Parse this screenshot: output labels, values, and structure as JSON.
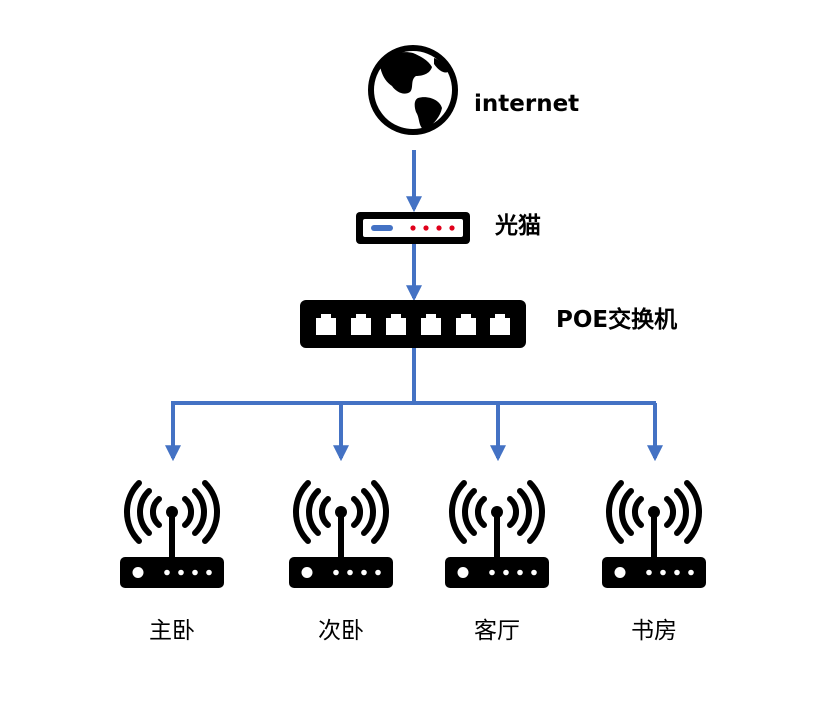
{
  "nodes": {
    "internet": {
      "label": "internet",
      "icon": "globe-icon"
    },
    "modem": {
      "label": "光猫",
      "icon": "optical-modem-icon"
    },
    "switch": {
      "label": "POE交换机",
      "icon": "poe-switch-icon"
    },
    "aps": [
      {
        "label": "主卧",
        "icon": "wireless-ap-icon"
      },
      {
        "label": "次卧",
        "icon": "wireless-ap-icon"
      },
      {
        "label": "客厅",
        "icon": "wireless-ap-icon"
      },
      {
        "label": "书房",
        "icon": "wireless-ap-icon"
      }
    ]
  },
  "colors": {
    "connector": "#4472C4",
    "modem_leds": "#E0001B",
    "device_body": "#000000"
  }
}
